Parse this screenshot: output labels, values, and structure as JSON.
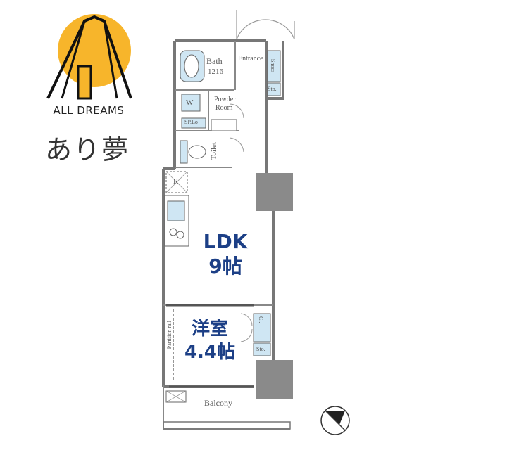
{
  "brand": {
    "name": "ALL DREAMS",
    "japanese": "あり夢",
    "sun_color": "#f7b52b",
    "bar_color": "#f7b52b"
  },
  "rooms": {
    "ldk": {
      "name": "LDK",
      "size": "9帖"
    },
    "western": {
      "name": "洋室",
      "size": "4.4帖"
    },
    "bath": "Bath",
    "bath_size": "1216",
    "entrance": "Entrance",
    "shoes": "Shoes",
    "sto_top": "Sto.",
    "powder": "Powder",
    "powder_room": "Room",
    "wm": "W",
    "sp_lo": "SP.Lo",
    "toilet": "Toilet",
    "fridge": "R",
    "closet": "Cl.",
    "sto_bottom": "Sto.",
    "partition": "Partition rail",
    "balcony": "Balcony"
  },
  "compass": "north-arrow",
  "colors": {
    "room_text": "#1c3f86",
    "fixture_fill": "#cfe6f3",
    "wall": "#777777",
    "column": "#888888"
  }
}
